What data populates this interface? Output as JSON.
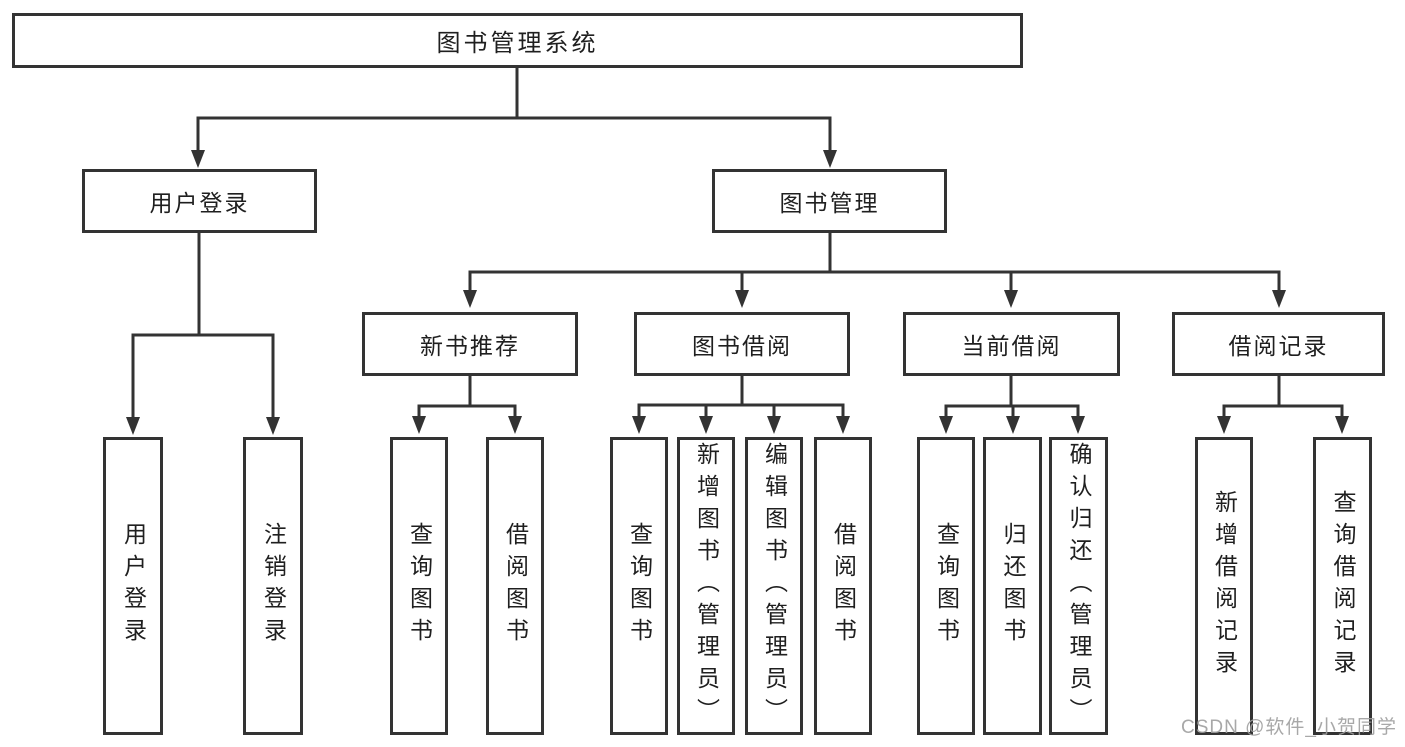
{
  "tree": {
    "root": "图书管理系统",
    "user_login": {
      "label": "用户登录",
      "children": {
        "login": "用户登录",
        "logout": "注销登录"
      }
    },
    "book_mgmt": {
      "label": "图书管理",
      "children": {
        "new_book_rec": {
          "label": "新书推荐",
          "children": {
            "query_book": "查询图书",
            "borrow_book": "借阅图书"
          }
        },
        "book_borrow": {
          "label": "图书借阅",
          "children": {
            "query_book": "查询图书",
            "add_book_admin": "新增图书（管理员）",
            "edit_book_admin": "编辑图书（管理员）",
            "borrow_book": "借阅图书"
          }
        },
        "current_borrow": {
          "label": "当前借阅",
          "children": {
            "query_book": "查询图书",
            "return_book": "归还图书",
            "confirm_return_admin": "确认归还（管理员）"
          }
        },
        "borrow_records": {
          "label": "借阅记录",
          "children": {
            "add_borrow_record": "新增借阅记录",
            "query_borrow_record": "查询借阅记录"
          }
        }
      }
    }
  },
  "watermark": "CSDN @软件_小贺同学",
  "colors": {
    "line": "#333333",
    "text": "#1f1f1f",
    "watermark": "#9e9e9e",
    "background": "#ffffff"
  }
}
